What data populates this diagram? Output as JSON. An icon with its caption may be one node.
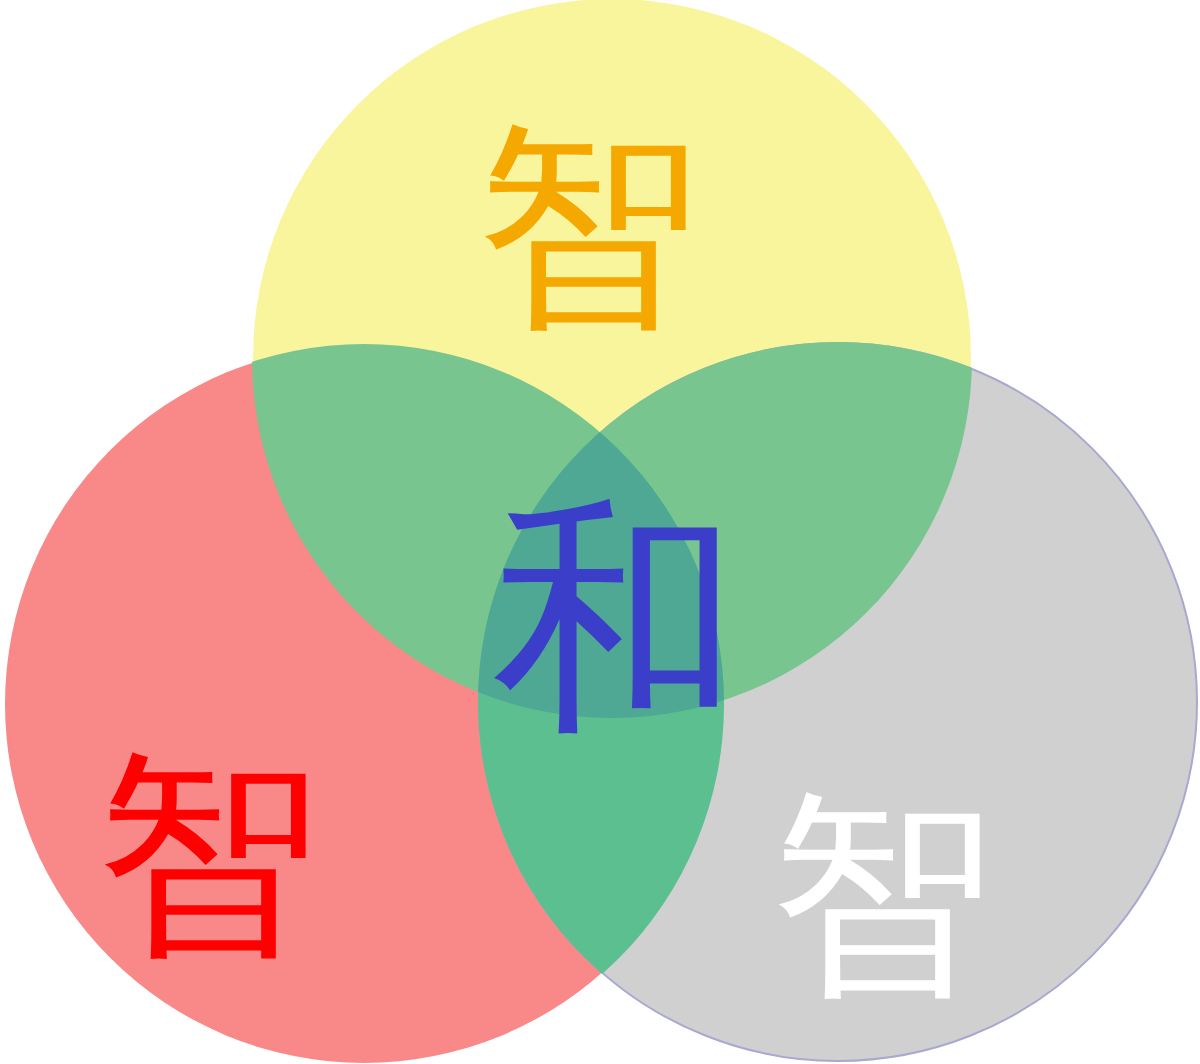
{
  "diagram": {
    "nodes": [
      {
        "text": [
          "智"
        ]
      },
      {
        "text": [
          "智"
        ]
      },
      {
        "text": [
          "智"
        ]
      }
    ],
    "labels": [
      "和"
    ]
  }
}
